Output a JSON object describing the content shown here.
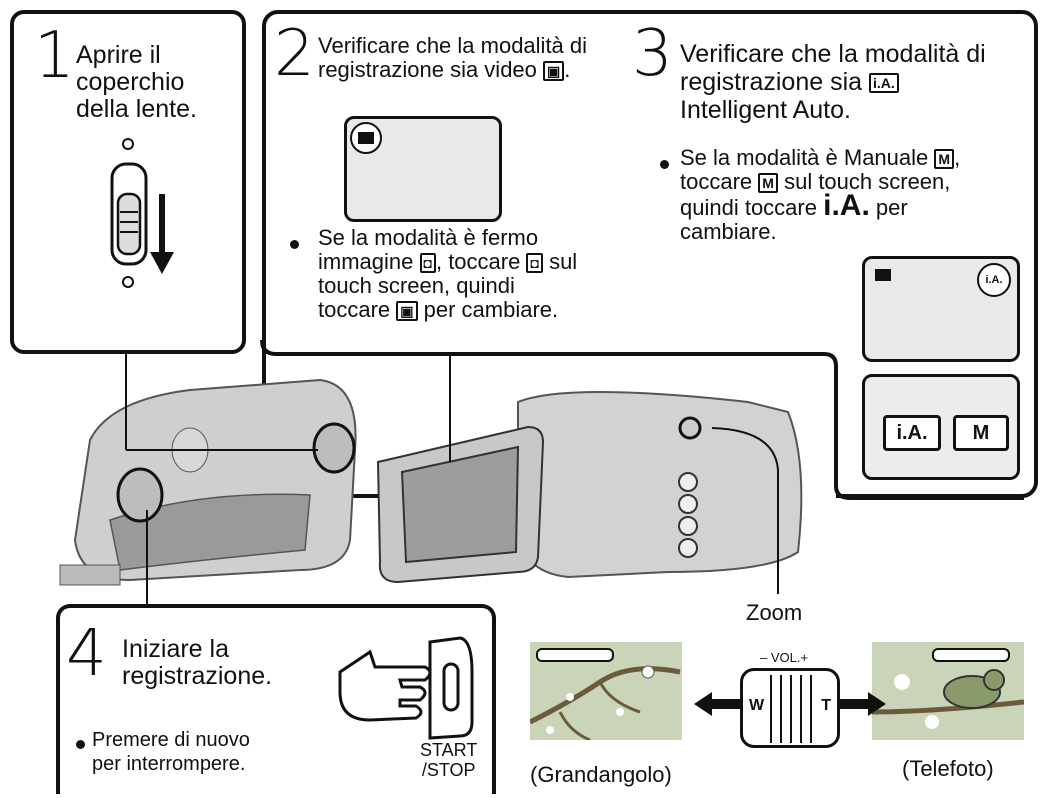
{
  "step1": {
    "number": "1",
    "text": "Aprire il\ncoperchio\ndella lente."
  },
  "step2": {
    "number": "2",
    "title": "Verificare che la modalità di\nregistrazione sia video",
    "bullet_a": "Se la modalità è fermo",
    "bullet_b": "immagine",
    "bullet_c": ", toccare",
    "bullet_d": "sul",
    "bullet_e": "touch screen, quindi",
    "bullet_f": "toccare",
    "bullet_g": "per cambiare."
  },
  "step3": {
    "number": "3",
    "title_a": "Verificare che la modalità di",
    "title_b": "registrazione sia",
    "title_c": "Intelligent Auto.",
    "bullet_a": "Se la modalità è Manuale",
    "bullet_b": "toccare",
    "bullet_c": "sul touch screen,",
    "bullet_d": "quindi toccare",
    "bullet_ia_big": "i.A.",
    "bullet_e": "per",
    "bullet_f": "cambiare.",
    "btn_ia": "i.A.",
    "btn_m": "M",
    "lcd_icon": "i.A."
  },
  "step4": {
    "number": "4",
    "title": "Iniziare la\nregistrazione.",
    "bullet": "Premere di nuovo\nper interrompere.",
    "button_label": "START\n/STOP"
  },
  "zoom": {
    "label": "Zoom",
    "vol": "– VOL.+",
    "w": "W",
    "t": "T",
    "wide_caption": "(Grandangolo)",
    "tele_caption": "(Telefoto)"
  },
  "icons": {
    "video": "video-camera-icon",
    "photo": "camera-icon",
    "manual": "M"
  },
  "colors": {
    "ink": "#111111",
    "lcd": "#e9e9e9",
    "camera_body": "#cfcfcf",
    "photo_bg": "#c9d4b8"
  }
}
